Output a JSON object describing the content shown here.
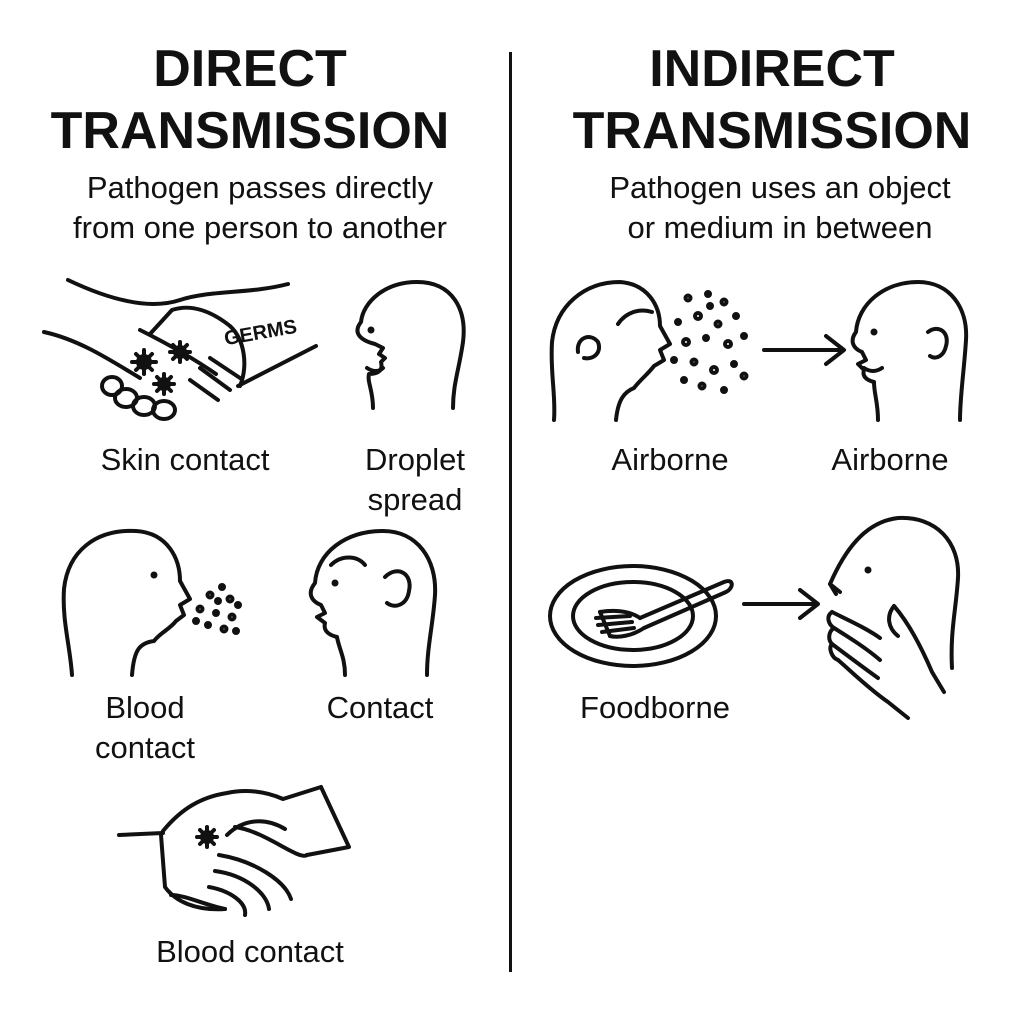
{
  "direct": {
    "title_line1": "DIRECT",
    "title_line2": "TRANSMISSION",
    "subtitle_line1": "Pathogen passes directly",
    "subtitle_line2": "from one person to another",
    "germs_text": "GERMS",
    "labels": {
      "skin_contact": "Skin contact",
      "droplet_line1": "Droplet",
      "droplet_line2": "spread",
      "blood_line1": "Blood",
      "blood_line2": "contact",
      "contact": "Contact",
      "blood_contact_bottom": "Blood contact"
    }
  },
  "indirect": {
    "title_line1": "INDIRECT",
    "title_line2": "TRANSMISSION",
    "subtitle_line1": "Pathogen uses an object",
    "subtitle_line2": "or medium in between",
    "labels": {
      "airborne_left": "Airborne",
      "airborne_right": "Airborne",
      "foodborne": "Foodborne"
    }
  }
}
